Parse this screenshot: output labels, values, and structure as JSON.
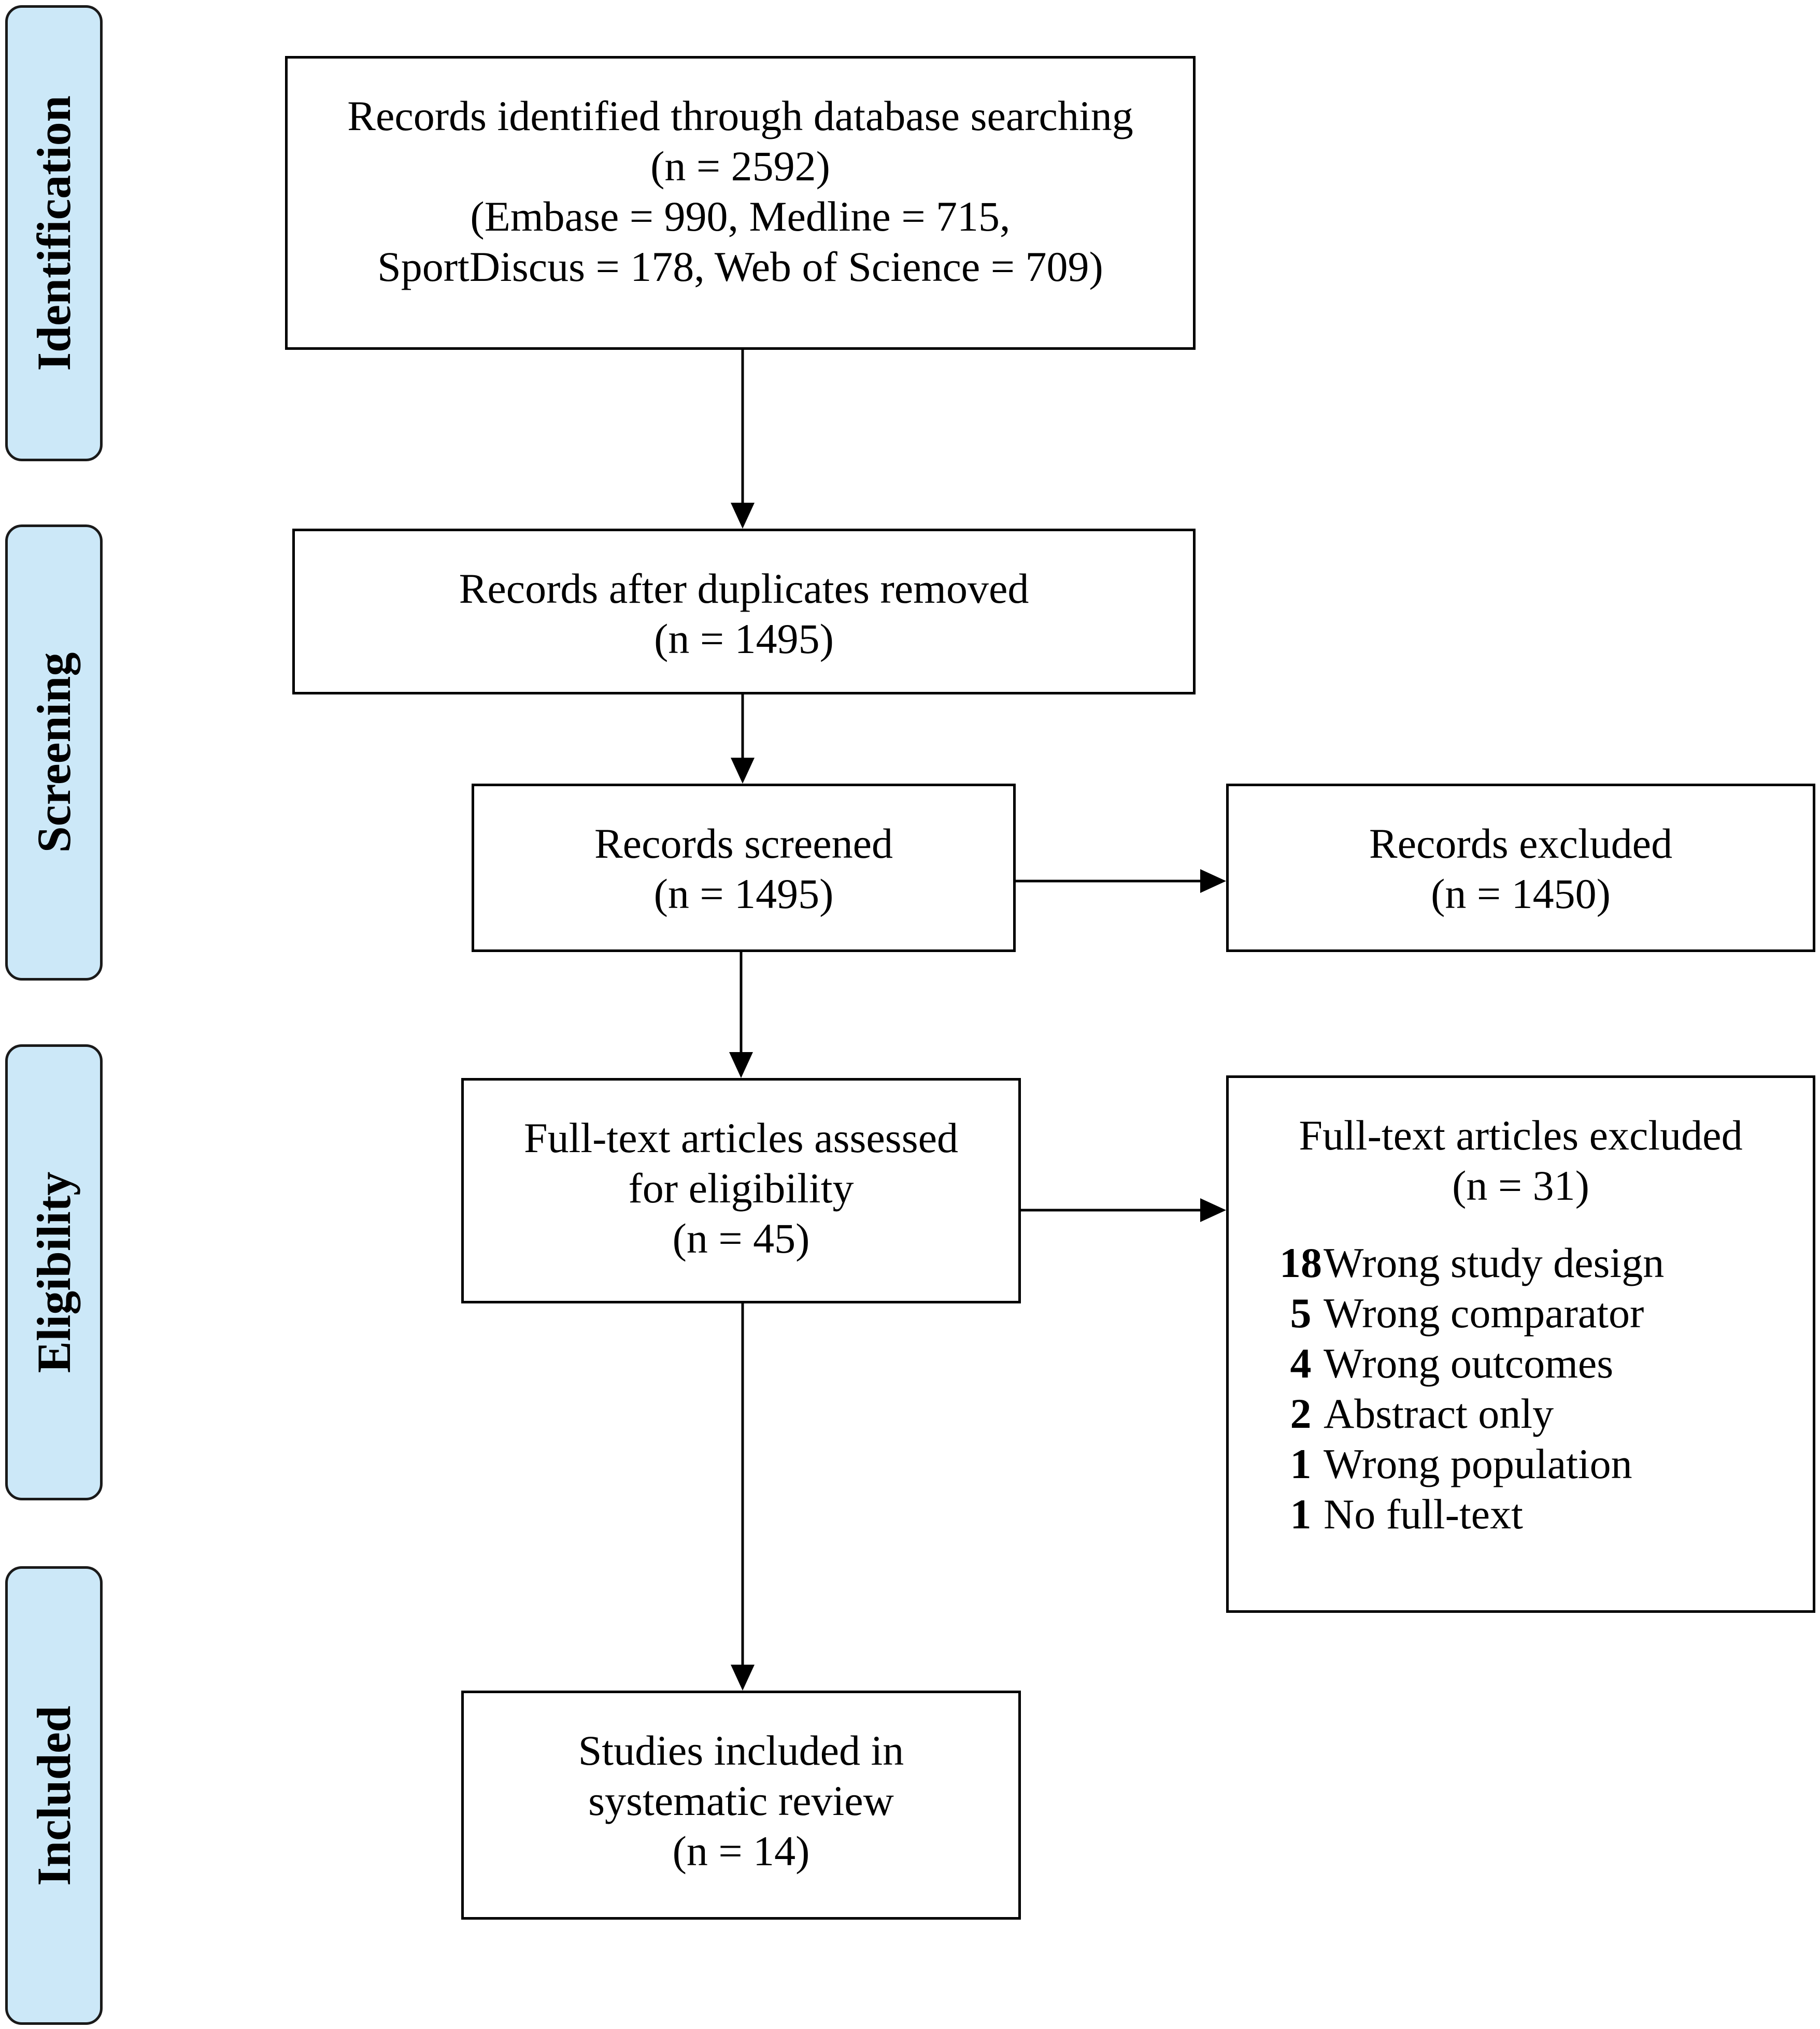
{
  "phases": {
    "identification": "Identification",
    "screening": "Screening",
    "eligibility": "Eligibility",
    "included": "Included"
  },
  "boxes": {
    "identified": {
      "title": "Records identified through database searching",
      "count": "(n = 2592)",
      "detail1": "(Embase = 990, Medline = 715,",
      "detail2": "SportDiscus = 178, Web of Science = 709)"
    },
    "duplicates_removed": {
      "title": "Records after duplicates removed",
      "count": "(n = 1495)"
    },
    "screened": {
      "title": "Records screened",
      "count": "(n = 1495)"
    },
    "excluded": {
      "title": "Records excluded",
      "count": "(n = 1450)"
    },
    "fulltext_assessed": {
      "line1": "Full-text articles assessed",
      "line2": "for eligibility",
      "count": "(n = 45)"
    },
    "fulltext_excluded": {
      "title": "Full-text articles excluded",
      "count": "(n = 31)",
      "reasons": [
        {
          "n": "18",
          "reason": "Wrong study design"
        },
        {
          "n": "5",
          "reason": "Wrong comparator"
        },
        {
          "n": "4",
          "reason": "Wrong outcomes"
        },
        {
          "n": "2",
          "reason": "Abstract only"
        },
        {
          "n": "1",
          "reason": "Wrong population"
        },
        {
          "n": "1",
          "reason": "No full-text"
        }
      ]
    },
    "included": {
      "line1": "Studies included in",
      "line2": "systematic review",
      "count": "(n = 14)"
    }
  }
}
